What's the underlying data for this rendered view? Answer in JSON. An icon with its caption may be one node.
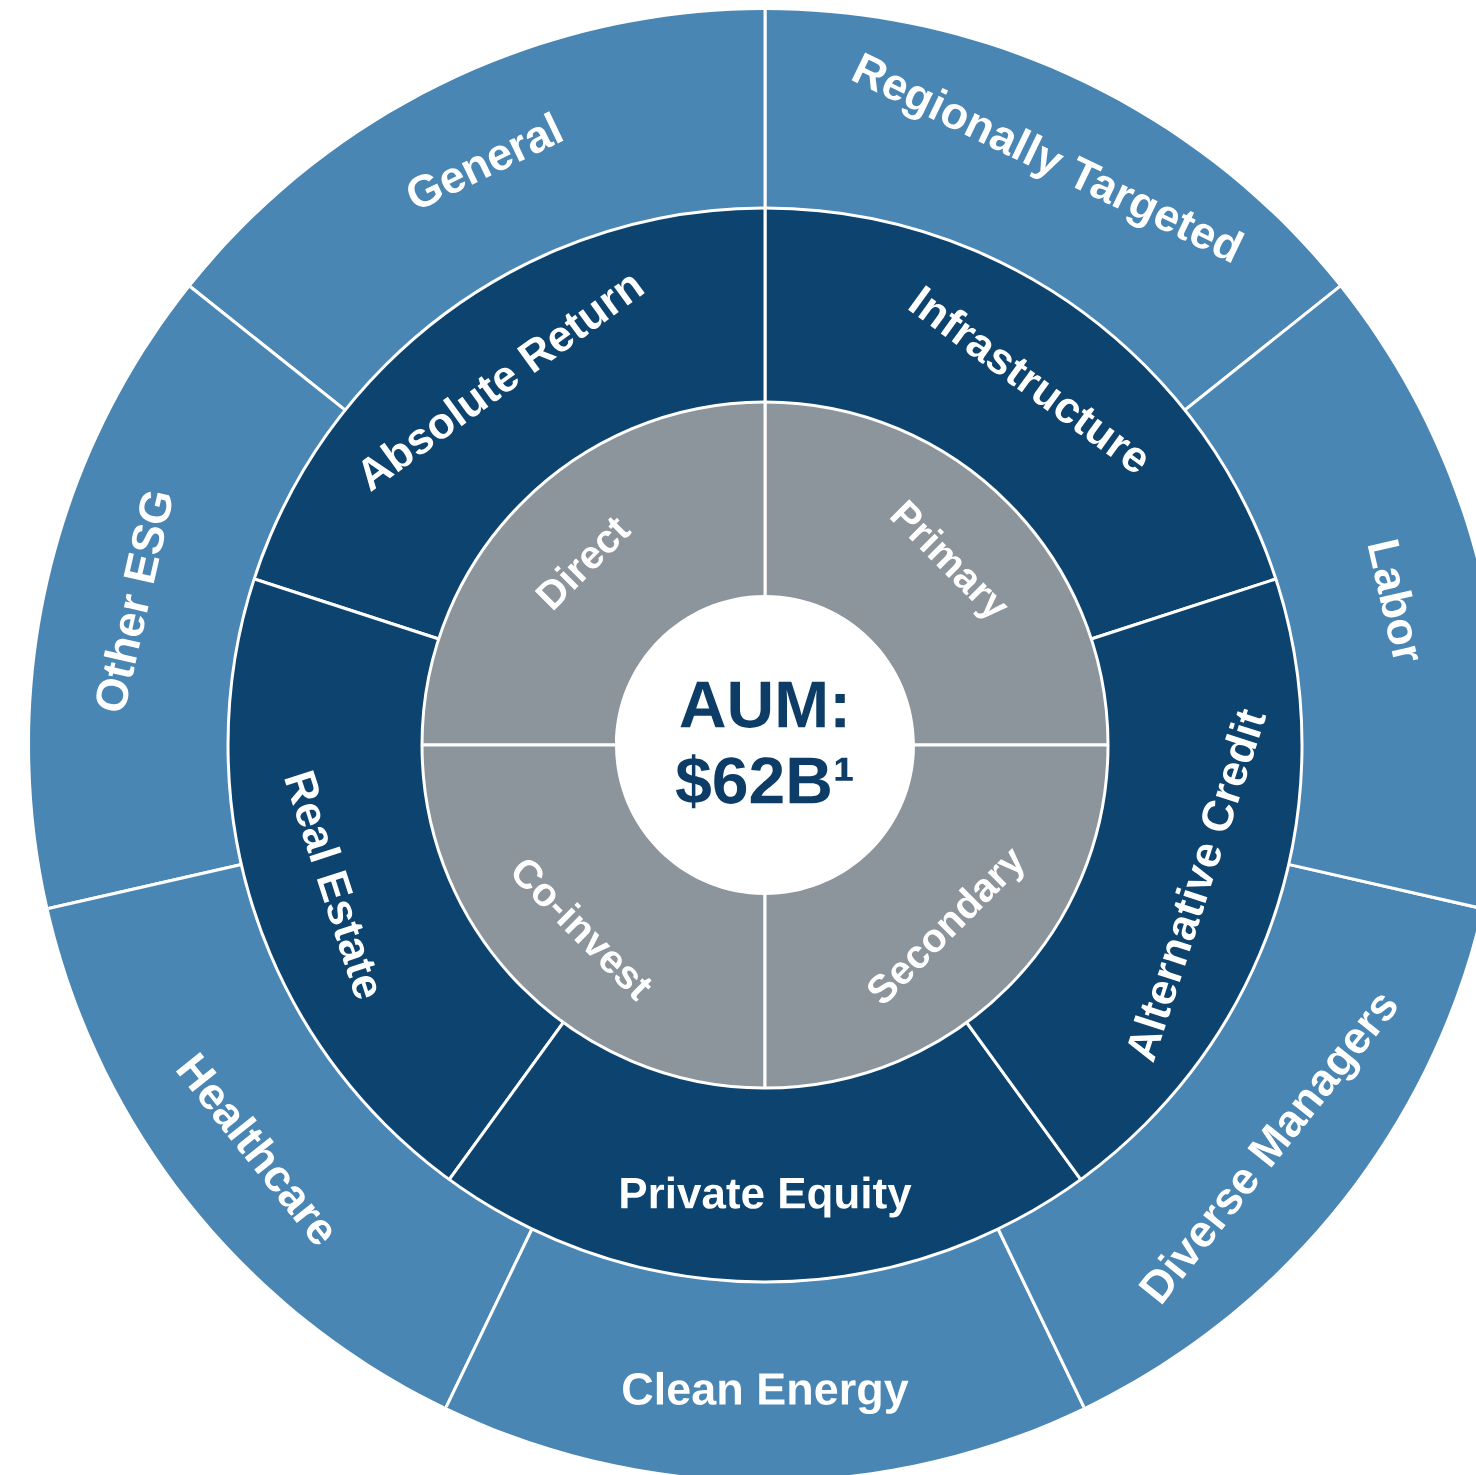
{
  "diagram": {
    "nodes": [
      {
        "text": [
          "AUM: $62B¹"
        ]
      },
      {
        "text": [
          "Primary"
        ]
      },
      {
        "text": [
          "Direct"
        ]
      },
      {
        "text": [
          "Co-invest"
        ]
      },
      {
        "text": [
          "Secondary"
        ]
      },
      {
        "text": [
          "Infrastructure"
        ]
      },
      {
        "text": [
          "Absolute Return"
        ]
      },
      {
        "text": [
          "Real Estate"
        ]
      },
      {
        "text": [
          "Private Equity"
        ]
      },
      {
        "text": [
          "Alternative Credit"
        ]
      },
      {
        "text": [
          "Regionally Targeted"
        ]
      },
      {
        "text": [
          "General"
        ]
      },
      {
        "text": [
          "Other ESG"
        ]
      },
      {
        "text": [
          "Healthcare"
        ]
      },
      {
        "text": [
          "Clean Energy"
        ]
      },
      {
        "text": [
          "Diverse Managers"
        ]
      },
      {
        "text": [
          "Labor"
        ]
      }
    ]
  }
}
